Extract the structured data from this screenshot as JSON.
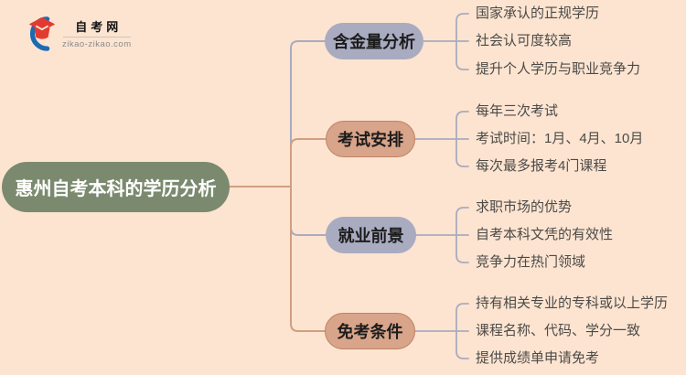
{
  "logo": {
    "title": "自考网",
    "domain": "zikao-zikao.com",
    "icon": "graduation-cap-icon"
  },
  "colors": {
    "background": "#fce4d1",
    "root_fill": "#7b8a6e",
    "root_text": "#ffffff",
    "branch_lavender_fill": "#a9abc0",
    "branch_salmon_fill": "#d8a48a",
    "branch_salmon_border": "#c08363",
    "connector_lavender": "#a9abbd",
    "connector_salmon": "#d19e80",
    "leaf_text": "#4c4a47",
    "logo_blue": "#1b6ab3",
    "logo_red": "#e23a30"
  },
  "mindmap": {
    "root": {
      "label": "惠州自考本科的学历分析"
    },
    "branches": [
      {
        "label": "含金量分析",
        "color": "#a9abc0",
        "leaves": [
          "国家承认的正规学历",
          "社会认可度较高",
          "提升个人学历与职业竞争力"
        ]
      },
      {
        "label": "考试安排",
        "color": "#d8a48a",
        "leaves": [
          "每年三次考试",
          "考试时间：1月、4月、10月",
          "每次最多报考4门课程"
        ]
      },
      {
        "label": "就业前景",
        "color": "#a9abc0",
        "leaves": [
          "求职市场的优势",
          "自考本科文凭的有效性",
          "竞争力在热门领域"
        ]
      },
      {
        "label": "免考条件",
        "color": "#d8a48a",
        "leaves": [
          "持有相关专业的专科或以上学历",
          "课程名称、代码、学分一致",
          "提供成绩单申请免考"
        ]
      }
    ]
  }
}
